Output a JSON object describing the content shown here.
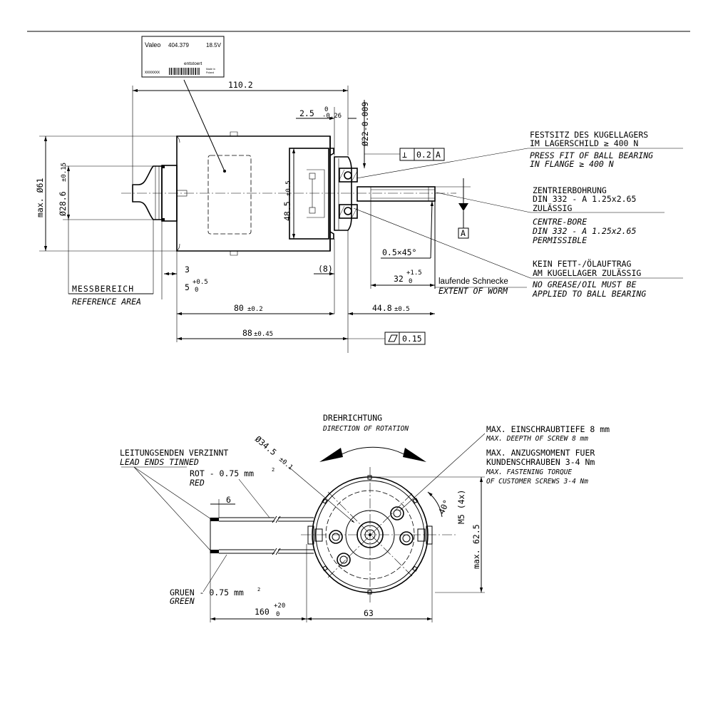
{
  "label": {
    "brand": "Valeo",
    "part_number": "404.379",
    "code": "18.5V",
    "entstoert": "entstoert",
    "serial": "xxxxxxx",
    "made_in_1": "Made in",
    "made_in_2": "Poland"
  },
  "side_view": {
    "dim_overall_length": "110.2",
    "dim_flange_offset": "2.5",
    "dim_flange_offset_tol": "-0.26",
    "dim_flange_offset_tol_upper": "0",
    "dim_bearing_dia": "Ø22-0.009",
    "tolerance_perpendicularity": "⊥",
    "tolerance_value_1": "0.2",
    "tolerance_datum_1": "A",
    "dim_max_dia": "max. Ø61",
    "dim_hub_dia": "Ø28.6",
    "dim_hub_dia_tol": "±0.15",
    "dim_housing_height": "48.5",
    "dim_housing_height_tol": "±0.5",
    "datum_a": "A",
    "dim_chamfer": "0.5×45°",
    "dim_3": "3",
    "dim_5": "5",
    "dim_5_tol_upper": "+0.5",
    "dim_5_tol_lower": "0",
    "dim_8": "(8)",
    "dim_32": "32",
    "dim_32_tol_upper": "+1.5",
    "dim_32_tol_lower": "0",
    "messbereich": "MESSBEREICH",
    "reference_area": "REFERENCE AREA",
    "dim_80": "80",
    "dim_80_tol": "±0.2",
    "dim_44_8": "44.8",
    "dim_44_8_tol": "±0.5",
    "dim_88": "88",
    "dim_88_tol": "±0.45",
    "flatness_symbol": "▱",
    "flatness_value": "0.15",
    "laufende_schnecke": "laufende Schnecke",
    "extent_of_worm": "EXTENT OF WORM"
  },
  "notes": {
    "press_fit_de_1": "FESTSITZ DES KUGELLAGERS",
    "press_fit_de_2": "IM LAGERSCHILD ≥ 400 N",
    "press_fit_en_1": "PRESS FIT OF BALL BEARING",
    "press_fit_en_2": "IN FLANGE ≥ 400 N",
    "centre_de_1": "ZENTRIERBOHRUNG",
    "centre_de_2": "DIN 332 - A 1.25x2.65",
    "centre_de_3": "ZULÄSSIG",
    "centre_en_1": "CENTRE-BORE",
    "centre_en_2": "DIN 332 - A 1.25x2.65",
    "centre_en_3": "PERMISSIBLE",
    "grease_de_1": "KEIN FETT-/ÖLAUFTRAG",
    "grease_de_2": "AM KUGELLAGER ZULÄSSIG",
    "grease_en_1": "NO GREASE/OIL MUST BE",
    "grease_en_2": "APPLIED TO BALL BEARING"
  },
  "front_view": {
    "rotation_de": "DREHRICHTUNG",
    "rotation_en": "DIRECTION OF ROTATION",
    "leads_de": "LEITUNGSENDEN VERZINNT",
    "leads_en": "LEAD ENDS TINNED",
    "red_de": "ROT - 0.75 mm",
    "red_sup": "2",
    "red_en": "RED",
    "green_de": "GRUEN - 0.75 mm",
    "green_sup": "2",
    "green_en": "GREEN",
    "dim_6": "6",
    "dim_160": "160",
    "dim_160_tol_upper": "+20",
    "dim_160_tol_lower": "0",
    "dim_63": "63",
    "dim_dia_34_5": "Ø34.5",
    "dim_dia_34_5_tol": "±0.1",
    "dim_40": "40°",
    "dim_m5": "M5 (4x)",
    "dim_62_5": "62.5",
    "dim_max": "max.",
    "screw_depth_de": "MAX. EINSCHRAUBTIEFE 8 mm",
    "screw_depth_en": "MAX. DEEPTH OF SCREW 8 mm",
    "torque_de_1": "MAX. ANZUGSMOMENT FUER",
    "torque_de_2": "KUNDENSCHRAUBEN 3-4 Nm",
    "torque_en_1": "MAX. FASTENING TORQUE",
    "torque_en_2": "OF CUSTOMER SCREWS 3-4 Nm"
  }
}
